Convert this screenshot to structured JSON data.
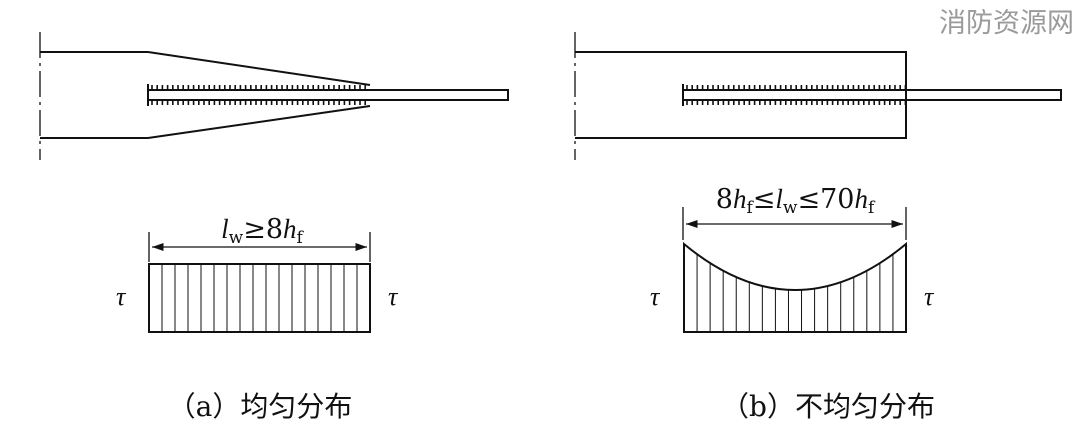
{
  "watermark": "消防资源网",
  "panel_a": {
    "caption": "（a）均匀分布",
    "dim_main": "l",
    "dim_main_sub": "w",
    "dim_op": "≥8",
    "dim_h": "h",
    "dim_h_sub": "f",
    "tau_left": "τ",
    "tau_right": "τ"
  },
  "panel_b": {
    "caption": "（b）不均匀分布",
    "dim_lead": "8",
    "dim_h1": "h",
    "dim_h1_sub": "f",
    "dim_op1": "≤",
    "dim_main": "l",
    "dim_main_sub": "w",
    "dim_op2": "≤70",
    "dim_h2": "h",
    "dim_h2_sub": "f",
    "tau_left": "τ",
    "tau_right": "τ"
  }
}
